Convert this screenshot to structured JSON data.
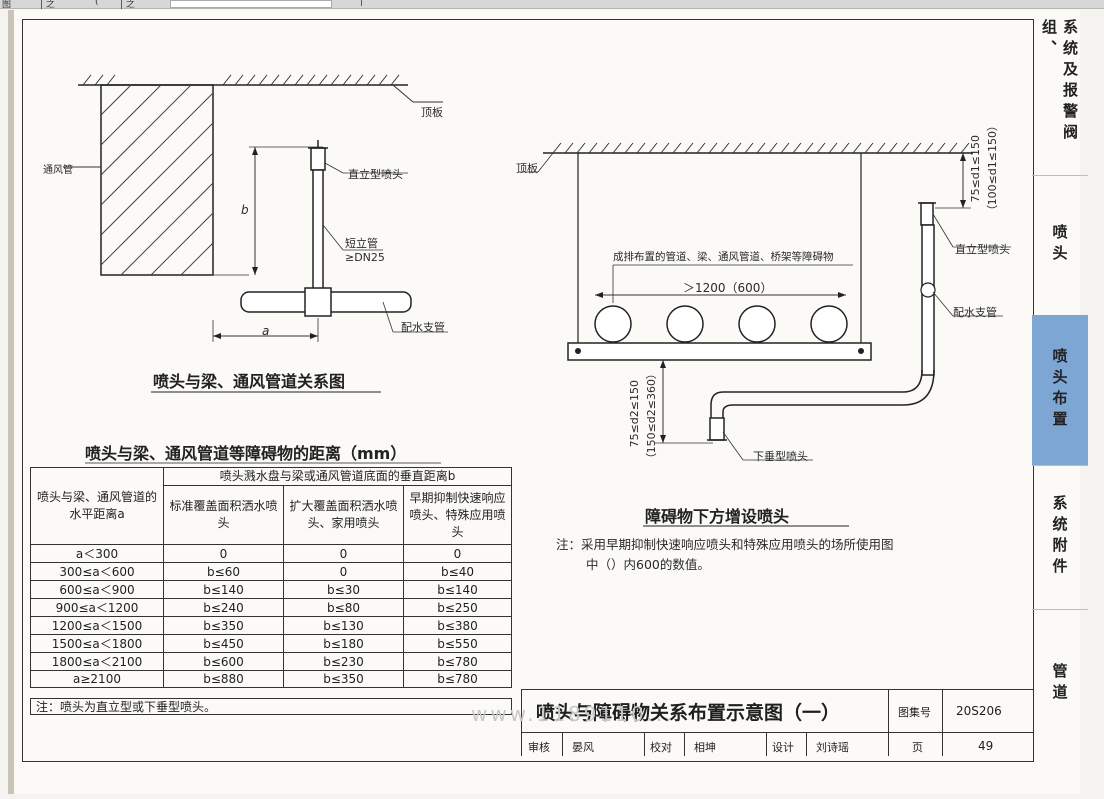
{
  "viewer": {
    "toolbar_fragments": [
      "图",
      "| 之",
      "(",
      "| 之",
      "|"
    ]
  },
  "sidebar": {
    "items": [
      {
        "label": "系统及报警阀组、",
        "active": false
      },
      {
        "label": "喷头",
        "active": false
      },
      {
        "label": "喷头布置",
        "active": true
      },
      {
        "label": "系统附件",
        "active": false
      },
      {
        "label": "管道",
        "active": false
      }
    ]
  },
  "diagram1": {
    "label_ceiling": "顶板",
    "label_duct": "通风管",
    "label_upright": "直立型喷头",
    "label_riser": "短立管",
    "label_riser_size": "≥DN25",
    "label_branch": "配水支管",
    "dim_b": "b",
    "dim_a": "a",
    "caption": "喷头与梁、通风管道关系图"
  },
  "table": {
    "title": "喷头与梁、通风管道等障碍物的距离（mm）",
    "header_row_label": "喷头与梁、通风管道的水平距离a",
    "header_group": "喷头溅水盘与梁或通风管道底面的垂直距离b",
    "col_headers": [
      "标准覆盖面积洒水喷头",
      "扩大覆盖面积洒水喷头、家用喷头",
      "早期抑制快速响应喷头、特殊应用喷头"
    ],
    "rows": [
      [
        "a＜300",
        "0",
        "0",
        "0"
      ],
      [
        "300≤a＜600",
        "b≤60",
        "0",
        "b≤40"
      ],
      [
        "600≤a＜900",
        "b≤140",
        "b≤30",
        "b≤140"
      ],
      [
        "900≤a＜1200",
        "b≤240",
        "b≤80",
        "b≤250"
      ],
      [
        "1200≤a＜1500",
        "b≤350",
        "b≤130",
        "b≤380"
      ],
      [
        "1500≤a＜1800",
        "b≤450",
        "b≤180",
        "b≤550"
      ],
      [
        "1800≤a＜2100",
        "b≤600",
        "b≤230",
        "b≤780"
      ],
      [
        "a≥2100",
        "b≤880",
        "b≤350",
        "b≤780"
      ]
    ],
    "note": "注：喷头为直立型或下垂型喷头。"
  },
  "diagram2": {
    "label_ceiling": "顶板",
    "label_obstacles": "成排布置的管道、梁、通风管道、桥架等障碍物",
    "label_width": "＞1200（600）",
    "label_upright": "直立型喷头",
    "label_branch": "配水支管",
    "label_pendent": "下垂型喷头",
    "dim_d1": "75≤d1≤150",
    "dim_d1_alt": "（100≤d1≤150）",
    "dim_d2": "75≤d2≤150",
    "dim_d2_alt": "（150≤d2≤360）",
    "caption": "障碍物下方增设喷头",
    "note_line1": "注：采用早期抑制快速响应喷头和特殊应用喷头的场所使用图",
    "note_line2": "中（）内600的数值。"
  },
  "title_block": {
    "title": "喷头与障碍物关系布置示意图（一）",
    "atlas_label": "图集号",
    "atlas_no": "20S206",
    "page_label": "页",
    "page_no": "49",
    "review_label": "审核",
    "reviewer": "晏风",
    "check_label": "校对",
    "checker": "相坤",
    "design_label": "设计",
    "designer": "刘诗瑶"
  },
  "watermark": "www.1189110..."
}
